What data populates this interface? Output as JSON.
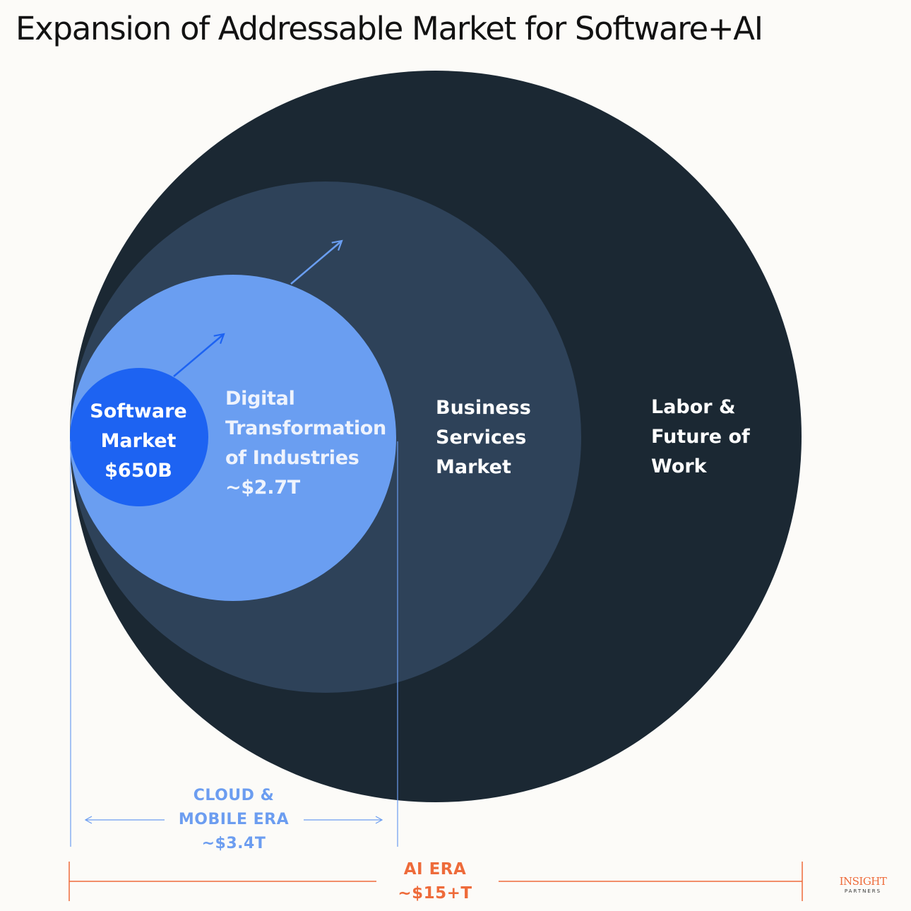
{
  "title": "Expansion of Addressable Market for Software+AI",
  "circles": {
    "software": {
      "lines": [
        "Software",
        "Market",
        "$650B"
      ],
      "color": "#1d63f2"
    },
    "digital": {
      "lines": [
        "Digital",
        "Transformation",
        "of Industries",
        "~$2.7T"
      ],
      "color": "#6a9ef1"
    },
    "business": {
      "lines": [
        "Business",
        "Services",
        "Market"
      ],
      "color": "#2e4259"
    },
    "labor": {
      "lines": [
        "Labor &",
        "Future of",
        "Work"
      ],
      "color": "#1b2833"
    }
  },
  "brackets": {
    "cloud": {
      "lines": [
        "CLOUD &",
        "MOBILE ERA",
        "~$3.4T"
      ],
      "color": "#6c9df0"
    },
    "ai": {
      "lines": [
        "AI ERA",
        "~$15+T"
      ],
      "color": "#ee6b3a"
    }
  },
  "logo": {
    "name": "INSIGHT",
    "sub": "PARTNERS"
  },
  "colors": {
    "background": "#fcfbf8",
    "arrow_dark": "#1d63f2",
    "arrow_light": "#6a9ef1"
  }
}
